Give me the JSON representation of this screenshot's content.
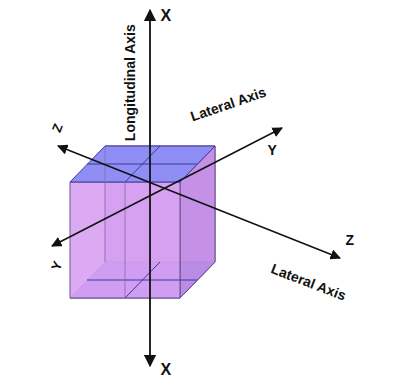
{
  "diagram": {
    "labels": [
      "X",
      "Longitudinal Axis",
      "Lateral Axis",
      "Z",
      "Y",
      "Y",
      "Lateral Axis",
      "Z",
      "X"
    ]
  }
}
